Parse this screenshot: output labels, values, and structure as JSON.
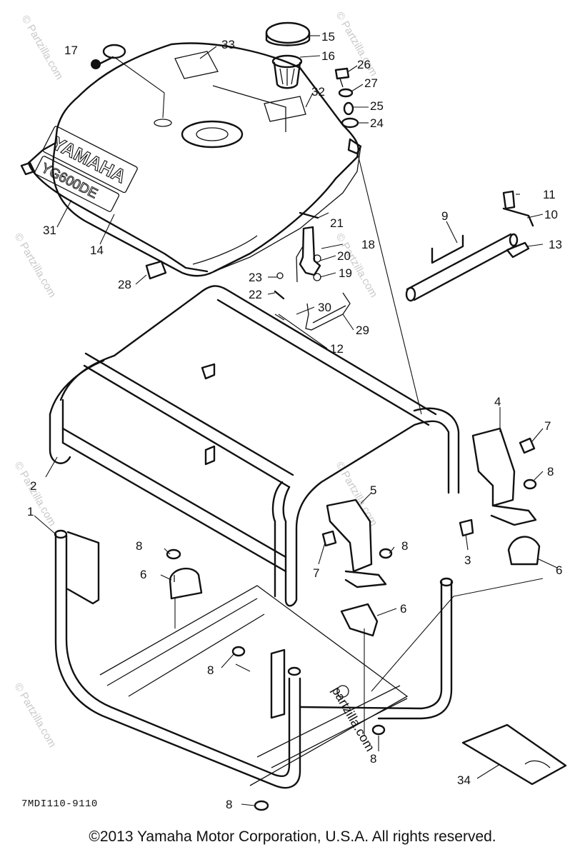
{
  "diagram": {
    "callouts": [
      "1",
      "2",
      "3",
      "4",
      "5",
      "6",
      "6",
      "6",
      "7",
      "7",
      "8",
      "8",
      "8",
      "8",
      "8",
      "8",
      "9",
      "10",
      "11",
      "12",
      "13",
      "14",
      "15",
      "16",
      "17",
      "18",
      "19",
      "20",
      "21",
      "22",
      "23",
      "24",
      "25",
      "26",
      "27",
      "28",
      "29",
      "30",
      "31",
      "32",
      "33",
      "34"
    ],
    "tank_label_brand": "YAMAHA",
    "tank_label_model": "YG600DE",
    "drawing_code": "7MDI110-9110",
    "watermark": "© Partzilla.com",
    "brand_mark": "partzilla.com"
  },
  "footer": {
    "copyright": "©2013 Yamaha Motor Corporation, U.S.A. All rights reserved."
  }
}
